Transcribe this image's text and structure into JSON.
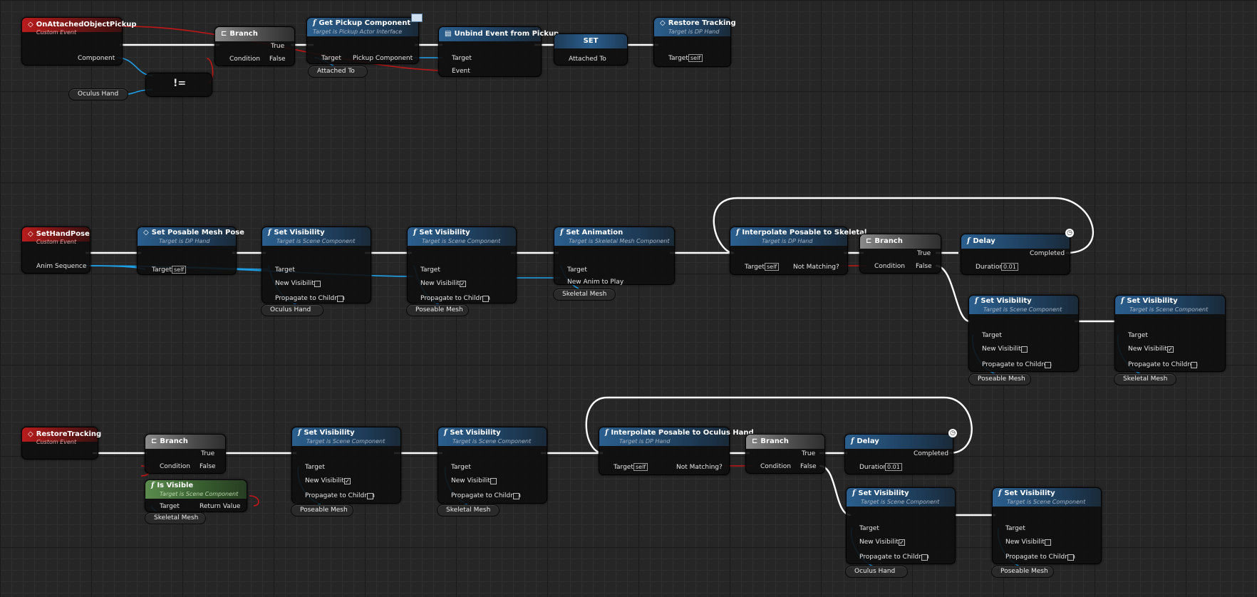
{
  "graph": {
    "e1": {
      "title": "OnAttachedObjectPickup",
      "subtitle": "Custom Event",
      "pin_component": "Component"
    },
    "oculus_top": "Oculus Hand",
    "branch1": {
      "title": "Branch",
      "condition": "Condition",
      "true": "True",
      "false": "False"
    },
    "getpickup": {
      "title": "Get Pickup Component",
      "subtitle": "Target is Pickup Actor Interface",
      "target": "Target",
      "pickup_comp": "Pickup Component"
    },
    "attached_to_getter": "Attached To",
    "unbind": {
      "title": "Unbind Event from Pickup",
      "target": "Target",
      "event": "Event"
    },
    "set_attached": {
      "title": "SET",
      "pin": "Attached To"
    },
    "restore1": {
      "title": "Restore Tracking",
      "subtitle": "Target is DP Hand",
      "target": "Target",
      "self": "self"
    },
    "neq": "!=",
    "e2": {
      "title": "SetHandPose",
      "subtitle": "Custom Event",
      "pin": "Anim Sequence"
    },
    "setposable": {
      "title": "Set Posable Mesh Pose",
      "subtitle": "Target is DP Hand",
      "target": "Target",
      "self": "self"
    },
    "sv1": {
      "title": "Set Visibility",
      "subtitle": "Target is Scene Component",
      "target": "Target",
      "newvis": "New Visibility",
      "prop": "Propagate to Children"
    },
    "sv1_getter": "Oculus Hand",
    "sv2": {
      "title": "Set Visibility",
      "subtitle": "Target is Scene Component",
      "target": "Target",
      "newvis": "New Visibility",
      "prop": "Propagate to Children"
    },
    "sv2_getter": "Poseable Mesh",
    "setanim": {
      "title": "Set Animation",
      "subtitle": "Target is Skeletal Mesh Component",
      "target": "Target",
      "newanim": "New Anim to Play"
    },
    "setanim_getter": "Skeletal Mesh",
    "interp1": {
      "title": "Interpolate Posable to Skeletal",
      "subtitle": "Target is DP Hand",
      "target": "Target",
      "self": "self",
      "notmatching": "Not Matching?"
    },
    "branch2": {
      "title": "Branch",
      "condition": "Condition",
      "true": "True",
      "false": "False"
    },
    "delay1": {
      "title": "Delay",
      "duration": "Duration",
      "duration_val": "0.01",
      "completed": "Completed"
    },
    "sv3": {
      "title": "Set Visibility",
      "subtitle": "Target is Scene Component",
      "target": "Target",
      "newvis": "New Visibility",
      "prop": "Propagate to Children"
    },
    "sv3_getter": "Poseable Mesh",
    "sv4": {
      "title": "Set Visibility",
      "subtitle": "Target is Scene Component",
      "target": "Target",
      "newvis": "New Visibility",
      "prop": "Propagate to Children"
    },
    "sv4_getter": "Skeletal Mesh",
    "e3": {
      "title": "RestoreTracking",
      "subtitle": "Custom Event"
    },
    "branch3": {
      "title": "Branch",
      "condition": "Condition",
      "true": "True",
      "false": "False"
    },
    "isvisible": {
      "title": "Is Visible",
      "subtitle": "Target is Scene Component",
      "target": "Target",
      "ret": "Return Value"
    },
    "isvisible_getter": "Skeletal Mesh",
    "sv5": {
      "title": "Set Visibility",
      "subtitle": "Target is Scene Component",
      "target": "Target",
      "newvis": "New Visibility",
      "prop": "Propagate to Children"
    },
    "sv5_getter": "Poseable Mesh",
    "sv6": {
      "title": "Set Visibility",
      "subtitle": "Target is Scene Component",
      "target": "Target",
      "newvis": "New Visibility",
      "prop": "Propagate to Children"
    },
    "sv6_getter": "Skeletal Mesh",
    "interp2": {
      "title": "Interpolate Posable to Oculus Hand",
      "subtitle": "Target is DP Hand",
      "target": "Target",
      "self": "self",
      "notmatching": "Not Matching?"
    },
    "branch4": {
      "title": "Branch",
      "condition": "Condition",
      "true": "True",
      "false": "False"
    },
    "delay2": {
      "title": "Delay",
      "duration": "Duration",
      "duration_val": "0.01",
      "completed": "Completed"
    },
    "sv7": {
      "title": "Set Visibility",
      "subtitle": "Target is Scene Component",
      "target": "Target",
      "newvis": "New Visibility",
      "prop": "Propagate to Children"
    },
    "sv7_getter": "Oculus Hand",
    "sv8": {
      "title": "Set Visibility",
      "subtitle": "Target is Scene Component",
      "target": "Target",
      "newvis": "New Visibility",
      "prop": "Propagate to Children"
    },
    "sv8_getter": "Poseable Mesh"
  },
  "checkbox_glyph": "✓",
  "colors": {
    "exec": "#ffffff",
    "object": "#1ea0e8",
    "bool": "#b81414",
    "float": "#9ee06b",
    "event": "#e33030",
    "background": "#262626"
  },
  "icons": {
    "function": "f-icon",
    "event": "diamond-icon",
    "branch": "branch-icon",
    "delay": "clock-icon",
    "interface": "envelope-icon"
  }
}
